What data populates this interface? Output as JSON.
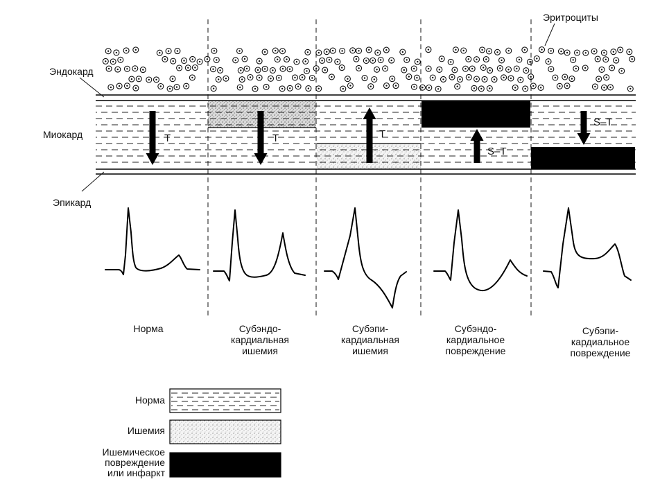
{
  "labels": {
    "erythrocytes": "Эритроциты",
    "endocardium": "Эндокард",
    "myocardium": "Миокард",
    "epicardium": "Эпикард"
  },
  "panels": [
    {
      "title": "Норма",
      "arrow": "down",
      "arrow_label": "T",
      "region": "normal"
    },
    {
      "title": "Субэндо-\nкардиальная\nишемия",
      "arrow": "down",
      "arrow_label": "T",
      "region": "ischemia-endo"
    },
    {
      "title": "Субэпи-\nкардиальная\nишемия",
      "arrow": "up",
      "arrow_label": "T",
      "region": "ischemia-epi"
    },
    {
      "title": "Субэндо-\nкардиальное\nповреждение",
      "arrow": "up",
      "arrow_label": "S–T",
      "region": "injury-endo"
    },
    {
      "title": "Субэпи-\nкардиальное\nповреждение",
      "arrow": "down",
      "arrow_label": "S–T",
      "region": "injury-epi"
    }
  ],
  "legend": [
    {
      "label": "Норма",
      "pattern": "dashed"
    },
    {
      "label": "Ишемия",
      "pattern": "speckled"
    },
    {
      "label": "Ишемическое\nповреждение\nили инфаркт",
      "pattern": "solid-black"
    }
  ]
}
